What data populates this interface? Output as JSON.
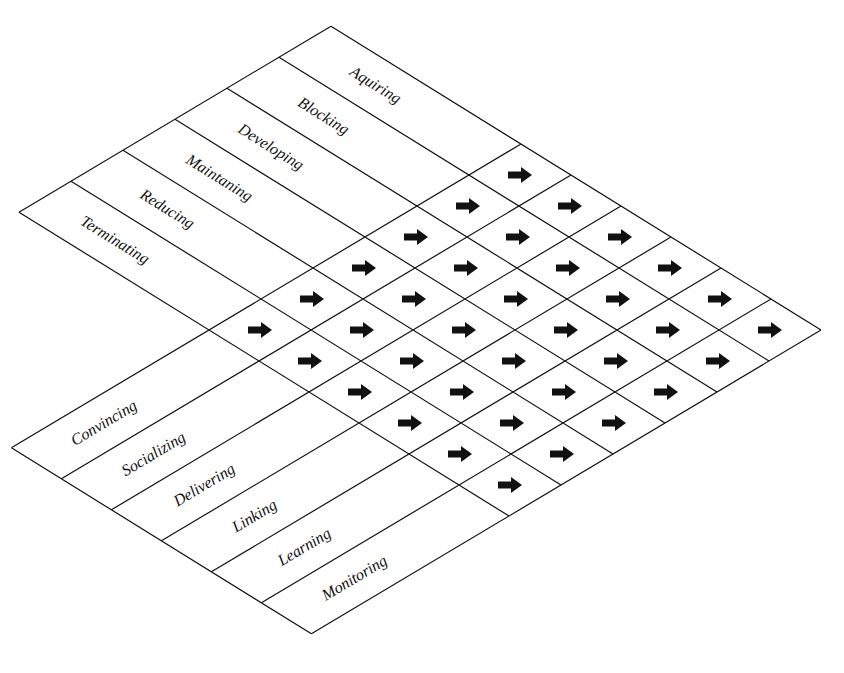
{
  "diagram": {
    "labels": [
      "Aquiring",
      "Blocking",
      "Developing",
      "Maintaning",
      "Reducing",
      "Terminating",
      "Convincing",
      "Socializing",
      "Delivering",
      "Linking",
      "Learning",
      "Monitoring"
    ]
  }
}
